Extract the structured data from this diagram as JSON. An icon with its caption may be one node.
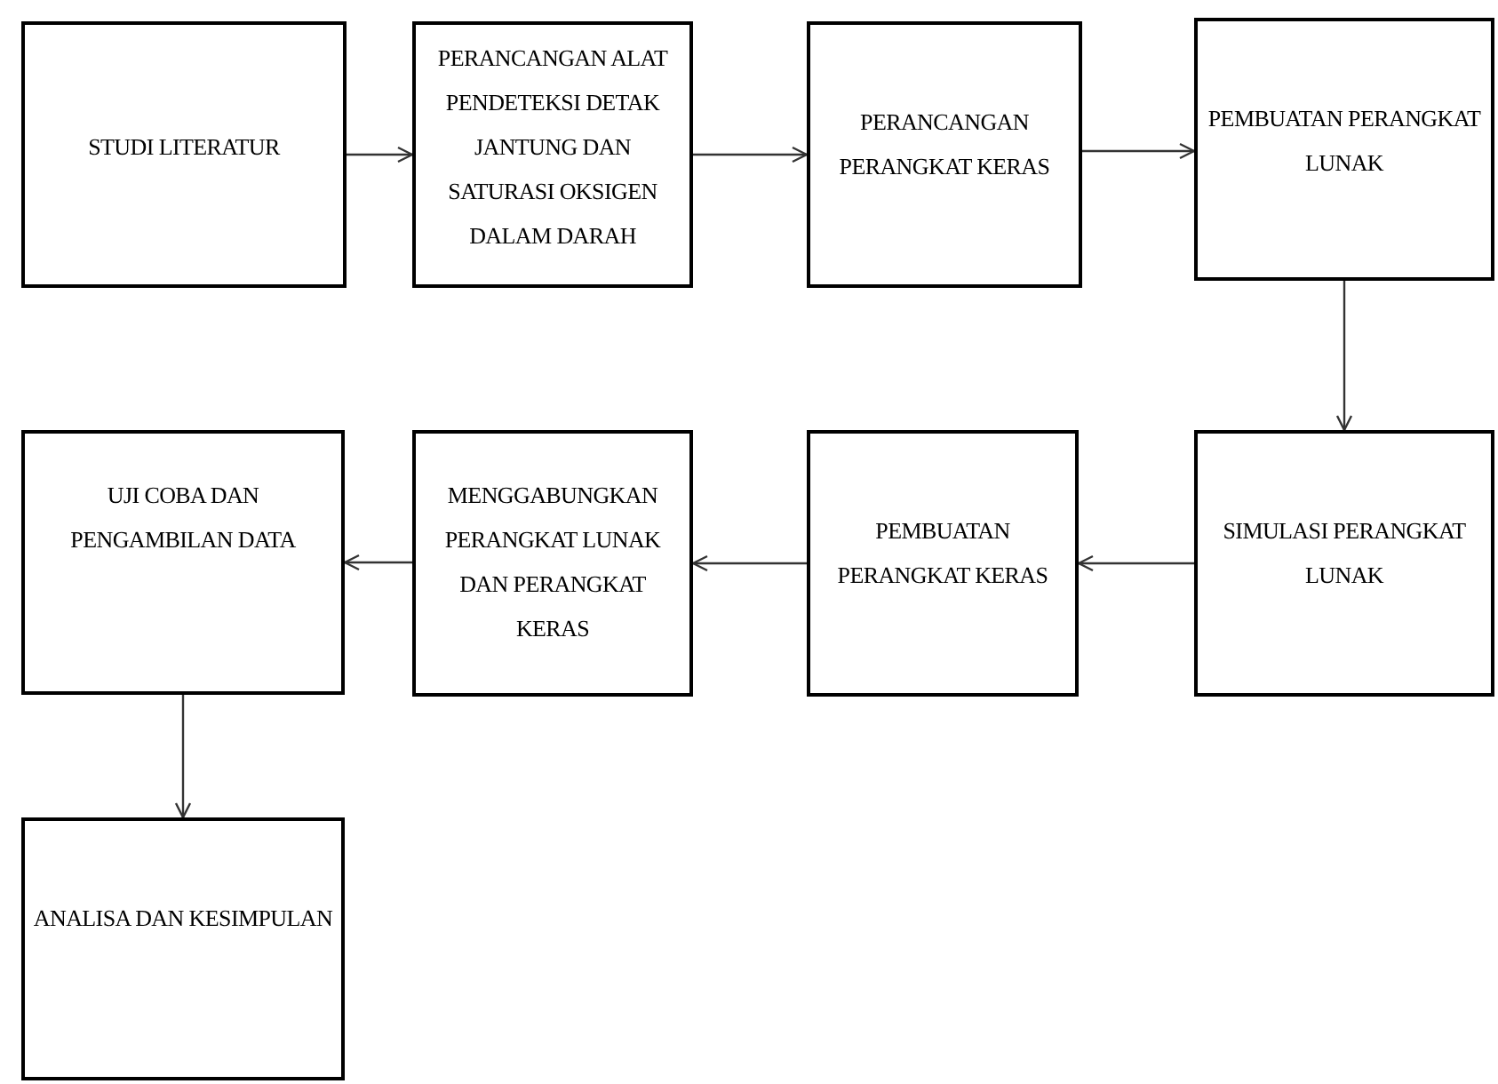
{
  "diagram": {
    "nodes": [
      {
        "text": [
          "STUDI LITERATUR"
        ]
      },
      {
        "text": [
          "PERANCANGAN ALAT PENDETEKSI DETAK JANTUNG DAN SATURASI OKSIGEN DALAM DARAH"
        ]
      },
      {
        "text": [
          "PERANCANGAN PERANGKAT KERAS"
        ]
      },
      {
        "text": [
          "PEMBUATAN PERANGKAT LUNAK"
        ]
      },
      {
        "text": [
          "SIMULASI PERANGKAT LUNAK"
        ]
      },
      {
        "text": [
          "PEMBUATAN PERANGKAT KERAS"
        ]
      },
      {
        "text": [
          "MENGGABUNGKAN PERANGKAT LUNAK DAN PERANGKAT KERAS"
        ]
      },
      {
        "text": [
          "UJI COBA DAN PENGAMBILAN DATA"
        ]
      },
      {
        "text": [
          "ANALISA DAN KESIMPULAN"
        ]
      }
    ],
    "edges": [
      {
        "from": 0,
        "to": 1,
        "arrow": "to"
      },
      {
        "from": 1,
        "to": 2,
        "arrow": "to"
      },
      {
        "from": 2,
        "to": 3,
        "arrow": "to"
      },
      {
        "from": 3,
        "to": 4,
        "arrow": "to"
      },
      {
        "from": 4,
        "to": 5,
        "arrow": "to"
      },
      {
        "from": 5,
        "to": 6,
        "arrow": "to"
      },
      {
        "from": 6,
        "to": 7,
        "arrow": "to"
      },
      {
        "from": 7,
        "to": 8,
        "arrow": "to"
      }
    ]
  }
}
